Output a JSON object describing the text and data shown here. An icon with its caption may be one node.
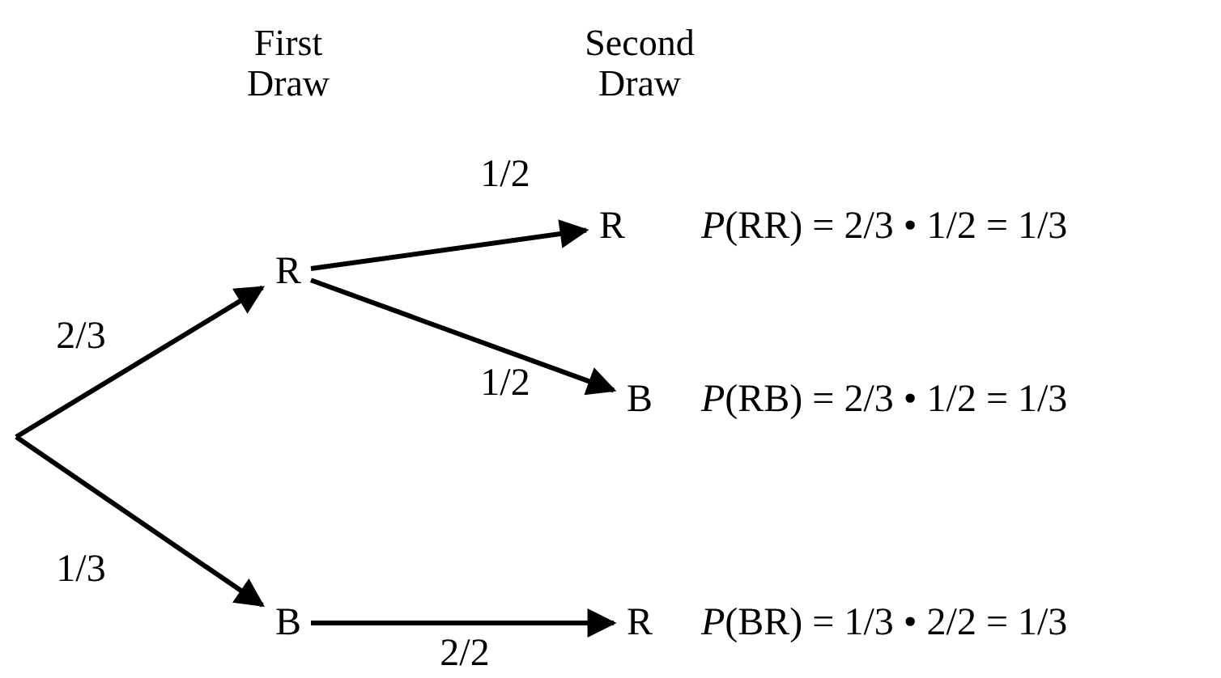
{
  "diagram": {
    "nodes": [
      {
        "text": [
          "R"
        ]
      },
      {
        "text": [
          "B"
        ]
      },
      {
        "text": [
          "R"
        ],
        "beside": [
          "*P*(RR) = 2/3 • 1/2 = 1/3"
        ]
      },
      {
        "text": [
          "B"
        ],
        "beside": [
          "*P*(RB) = 2/3 • 1/2 = 1/3"
        ]
      },
      {
        "text": [
          "R"
        ],
        "beside": [
          "*P*(BR) = 1/3 • 2/2 = 1/3"
        ]
      }
    ],
    "edges": [
      {
        "from": null,
        "to": 0,
        "arrow": "to",
        "label": "2/3"
      },
      {
        "from": null,
        "to": 1,
        "arrow": "to",
        "label": "1/3"
      },
      {
        "from": 0,
        "to": 2,
        "arrow": "to",
        "label": "1/2"
      },
      {
        "from": 0,
        "to": 3,
        "arrow": "to",
        "label": "1/2"
      },
      {
        "from": 1,
        "to": 4,
        "arrow": "to",
        "label": "2/2"
      }
    ],
    "labels": [
      "First Draw",
      "Second Draw"
    ]
  }
}
